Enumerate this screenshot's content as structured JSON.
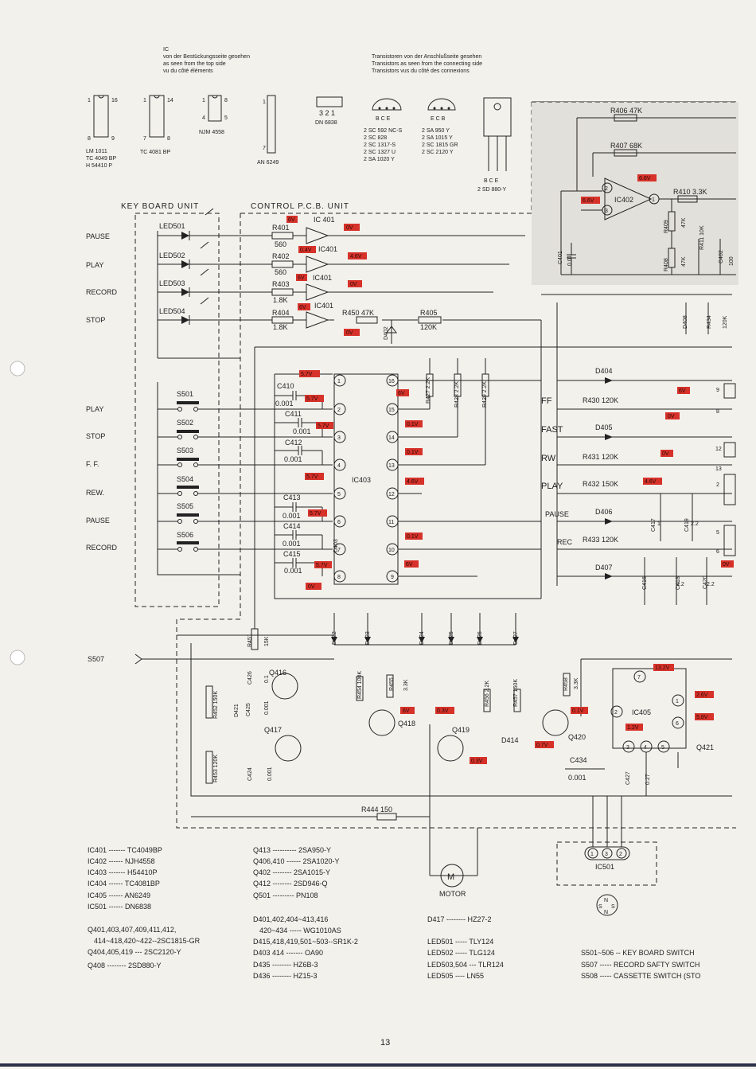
{
  "ic_note": [
    "IC",
    "von der Bestückungsseite gesehen",
    "as seen from the top side",
    "vu du côté éléments"
  ],
  "transistor_note": [
    "Transistoren von der Anschlußseite gesehen",
    "Transistors as seen from the connecting side",
    "Transistors vus du côté des connexions"
  ],
  "packages": {
    "lm1011": [
      "LM 1011",
      "TC 4049 BP",
      "H 54410 P"
    ],
    "tc4081": "TC 4081 BP",
    "njm4558": "NJM 4558",
    "an6249": "AN 6249",
    "dn6838": "DN 6838",
    "dn6838_pins": "3 2 1",
    "bce": "B C E",
    "ecb": "E C B",
    "npn_list": [
      "2 SC 592 NC-S",
      "2 SC 828",
      "2 SC 1317-S",
      "2 SC 1327 U",
      "2 SA 1020 Y"
    ],
    "pnp_list": [
      "2 SA 950 Y",
      "2 SA 1015 Y",
      "2 SC 1815 GR",
      "2 SC 2120 Y"
    ],
    "power_pins": "B C E",
    "power": "2 SD 880-Y"
  },
  "units": {
    "keyboard": "KEY BOARD UNIT",
    "control": "CONTROL P.C.B. UNIT"
  },
  "led_labels": [
    "PAUSE",
    "PLAY",
    "RECORD",
    "STOP"
  ],
  "leds": [
    "LED501",
    "LED502",
    "LED503",
    "LED504"
  ],
  "switch_labels": [
    "PLAY",
    "STOP",
    "F. F.",
    "REW.",
    "PAUSE",
    "RECORD"
  ],
  "switches": [
    "S501",
    "S502",
    "S503",
    "S504",
    "S505",
    "S506"
  ],
  "s507": "S507",
  "resistors": {
    "r401": "R401",
    "r401v": "560",
    "r402": "R402",
    "r402v": "560",
    "r403": "R403",
    "r403v": "1.8K",
    "r404": "R404",
    "r404v": "1.8K",
    "r450": "R450 47K",
    "r405": "R405",
    "r405v": "120K",
    "r406": "R406 47K",
    "r407": "R407 68K",
    "r410": "R410 3.3K",
    "r409": "R409",
    "r409v": "47K",
    "r408": "R408",
    "r408v": "47K",
    "r411": "R411 10K",
    "r434": "R434",
    "r434v": "120K",
    "r427": "R427 2.2K",
    "r428": "R428 2.2K",
    "r429": "R429 2.2K",
    "r430": "R430 120K",
    "r431": "R431 120K",
    "r432": "R432 150K",
    "r433": "R433 120K",
    "r451": "R451",
    "r451v": "15K",
    "r452": "R452 150K",
    "r453": "R453 120K",
    "r454": "R454 100K",
    "r455": "R455",
    "r455v": "3.3K",
    "r456": "R456 2.2K",
    "r457": "R457 150K",
    "r458": "R458",
    "r458v": "3.3K",
    "r444": "R444 150"
  },
  "caps": {
    "c410": "C410",
    "c411": "C411",
    "c412": "C412",
    "c413": "C413",
    "c414": "C414",
    "c415": "C415",
    "cval": "0.001",
    "c401": "C401",
    "c401v": "0.01",
    "c402": "C402",
    "c402v": "100",
    "c417": "C417",
    "c418": "C418",
    "c419": "C419",
    "c420": "C420",
    "c416": "C416",
    "v1": "1",
    "v22": "2.2",
    "c426": "C426",
    "c426v": "0.1",
    "c425": "C425",
    "c424": "C424",
    "c434": "C434",
    "c427": "C427",
    "c427v": "0.27"
  },
  "ics": {
    "ic401": "IC 401",
    "ic401b": "IC401",
    "ic402": "IC402",
    "ic403": "IC403",
    "ic405": "IC405",
    "ic501": "IC501"
  },
  "diodes": [
    "D402",
    "D404",
    "D405",
    "D406",
    "D407",
    "D408",
    "D403",
    "D421",
    "D422",
    "D423",
    "D424",
    "D425",
    "D426",
    "D427",
    "D414"
  ],
  "transistors": [
    "Q416",
    "Q417",
    "Q418",
    "Q419",
    "Q420",
    "Q421"
  ],
  "func_labels": [
    "FF",
    "FAST",
    "RW",
    "PLAY",
    "PAUSE",
    "REC"
  ],
  "motor": "MOTOR",
  "motor_symbol": "M",
  "page_number": "13",
  "voltages": {
    "v6": "6V",
    "v0": "0V",
    "v04": "0.4V",
    "v46": "4.6V",
    "v66": "6.6V",
    "v57": "5.7V",
    "v01": "0.1V",
    "v132": "13.2V",
    "v26": "2.6V",
    "v58": "5.8V",
    "v12": "1.2V",
    "v03": "0.3V",
    "v07": "0.7V"
  },
  "parts_left": [
    "IC401 ------- TC4049BP",
    "IC402 ------ NJH4558",
    "IC403 ------- H54410P",
    "IC404 ------ TC4081BP",
    "IC405 ------ AN6249",
    "IC501 ------ DN6838",
    "Q401,403,407,409,411,412,",
    "414~418,420~422--2SC1815-GR",
    "Q404,405,419 --- 2SC2120-Y",
    "Q408 -------- 2SD880-Y"
  ],
  "parts_mid": [
    "Q413 ---------- 2SA950-Y",
    "Q406,410 ------ 2SA1020-Y",
    "Q402 -------- 2SA1015-Y",
    "Q412 -------- 2SD946-Q",
    "Q501 --------- PN108",
    "D401,402,404~413,416",
    "420~434 ----- WG1010AS",
    "D415,418,419,501~503--SR1K-2",
    "D403 414 ------- OA90",
    "D435 -------- HZ6B-3",
    "D436 -------- HZ15-3"
  ],
  "parts_right": [
    "D417 -------- HZ27-2",
    "LED501 ----- TLY124",
    "LED502 ----- TLG124",
    "LED503,504 --- TLR124",
    "LED505 ---- LN55"
  ],
  "parts_far": [
    "S501~506 -- KEY BOARD SWITCH",
    "S507 ----- RECORD SAFTY SWITCH",
    "S508 ----- CASSETTE SWITCH (STO"
  ]
}
